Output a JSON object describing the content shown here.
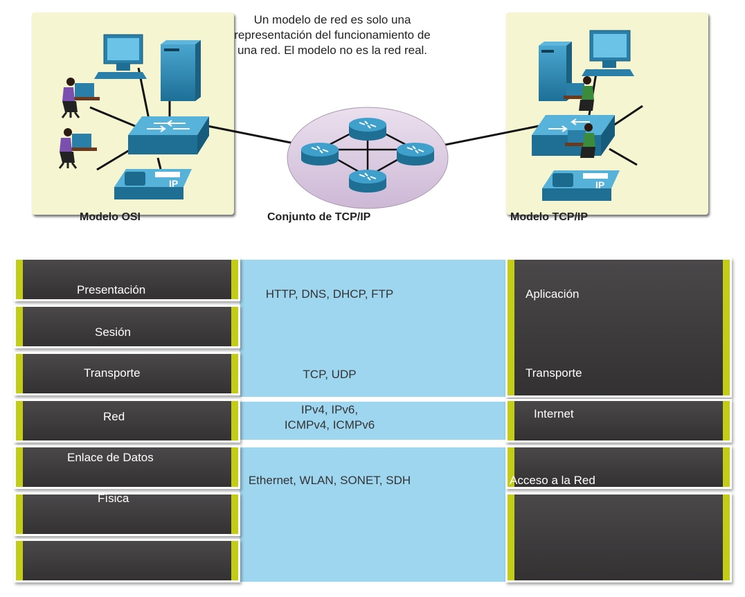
{
  "note": {
    "line1": "Un modelo de red es solo una",
    "line2": "representación del funcionamiento de",
    "line3": "una red. El modelo no es la red real."
  },
  "captions": {
    "osi": "Modelo OSI",
    "suite": "Conjunto de TCP/IP",
    "tcpip": "Modelo TCP/IP"
  },
  "phone_label": "IP",
  "osi_layers": [
    "Presentación",
    "Sesión",
    "Transporte",
    "Red",
    "Enlace de Datos",
    "Física"
  ],
  "tcpip_layers": [
    "Aplicación",
    "Transporte",
    "Internet",
    "Acceso a la Red"
  ],
  "protocols": {
    "application": "HTTP, DNS, DHCP, FTP",
    "transport": "TCP, UDP",
    "internet_line1": "IPv4, IPv6,",
    "internet_line2": "ICMPv4, ICMPv6",
    "network_access": "Ethernet, WLAN, SONET, SDH"
  },
  "colors": {
    "panel": "#f5f5d2",
    "layer": "#3c3a3b",
    "accent": "#c3cc17",
    "protocol_band": "#9ed5ef",
    "device": "#2a7fa8"
  }
}
